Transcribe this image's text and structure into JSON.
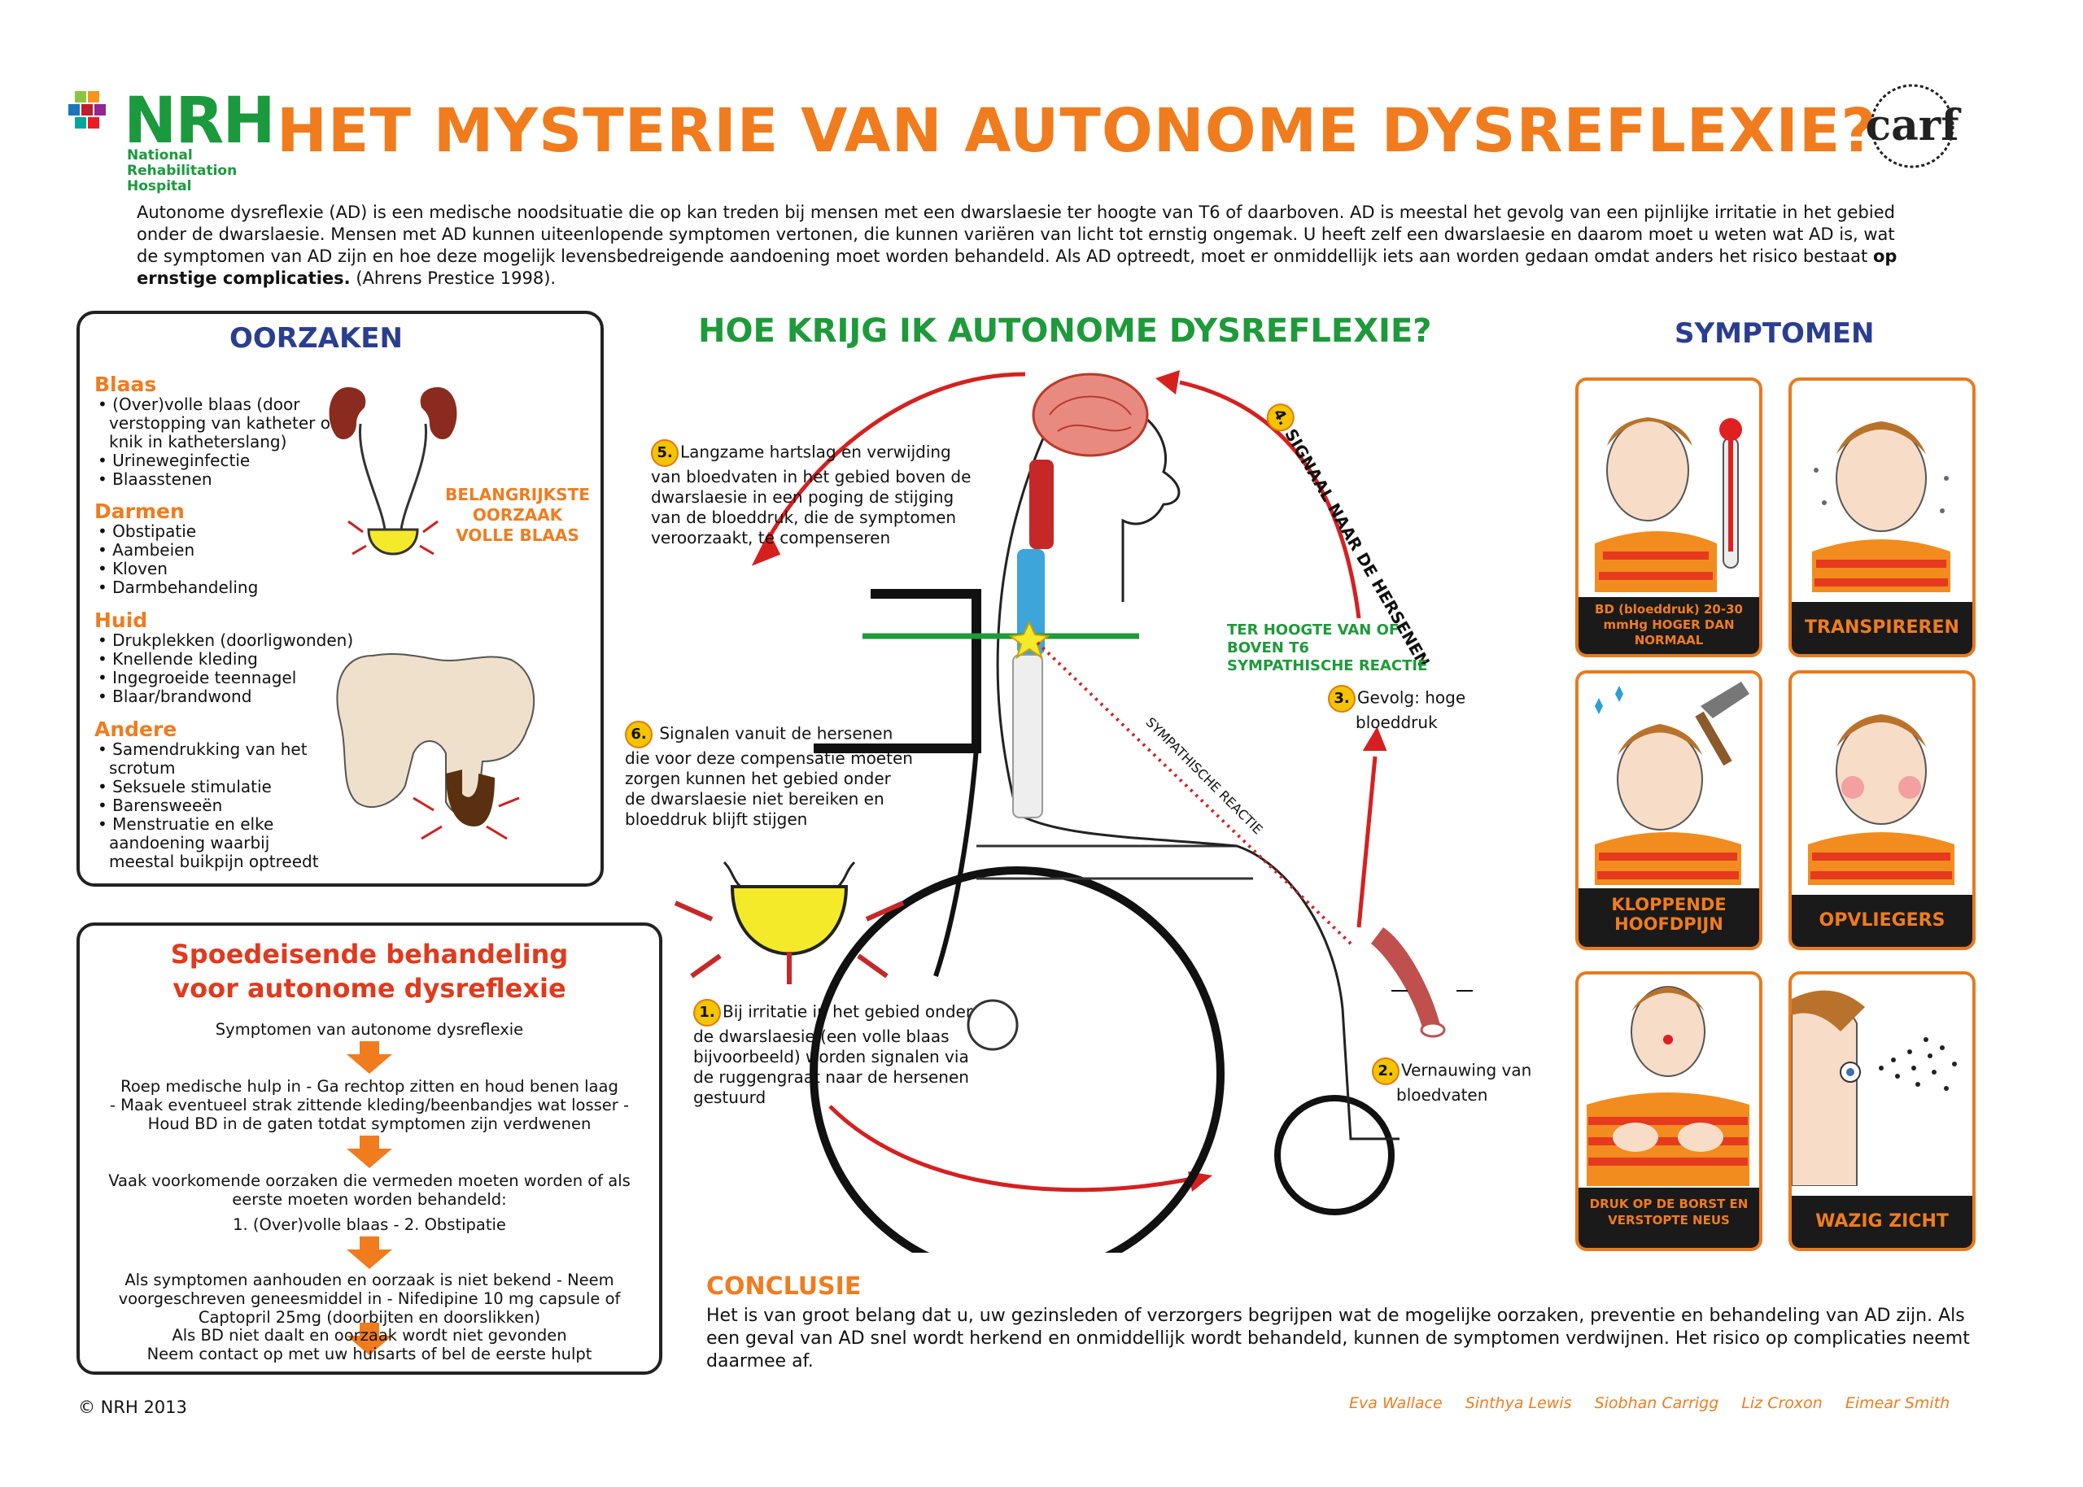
{
  "header": {
    "logo_main": "NRH",
    "logo_sub": [
      "National",
      "Rehabilitation",
      "Hospital"
    ],
    "title": "HET MYSTERIE VAN AUTONOME DYSREFLEXIE?",
    "partner_logo": "carf"
  },
  "intro": {
    "text": "Autonome dysreflexie (AD) is een medische noodsituatie die op kan treden bij mensen met een dwarslaesie ter hoogte van T6 of daarboven. AD is meestal het gevolg van een pijnlijke irritatie in het gebied onder de dwarslaesie. Mensen met AD kunnen uiteenlopende symptomen vertonen, die kunnen variëren van licht tot ernstig ongemak. U heeft zelf een dwarslaesie en daarom moet u weten wat AD is, wat de symptomen van AD zijn en hoe deze mogelijk levensbedreigende aandoening moet worden behandeld. Als AD optreedt, moet er onmiddellijk iets aan worden gedaan omdat anders het risico bestaat",
    "bold": "op ernstige complicaties.",
    "citation": "(Ahrens Prestice 1998)."
  },
  "oorzaken": {
    "title": "OORZAKEN",
    "categories": [
      {
        "name": "Blaas",
        "items": [
          "(Over)volle  blaas (door verstopping van katheter of knik in katheterslang)",
          "Urineweginfectie",
          "Blaasstenen"
        ]
      },
      {
        "name": "Darmen",
        "items": [
          "Obstipatie",
          "Aambeien",
          "Kloven",
          "Darmbehandeling"
        ]
      },
      {
        "name": "Huid",
        "items": [
          "Drukplekken (doorligwonden)",
          "Knellende kleding",
          "Ingegroeide teennagel",
          "Blaar/brandwond"
        ]
      },
      {
        "name": "Andere",
        "items": [
          "Samendrukking van het scrotum",
          "Seksuele stimulatie",
          "Barensweeën",
          "Menstruatie en elke aandoening waarbij meestal buikpijn optreedt"
        ]
      }
    ],
    "bladder_label": [
      "BELANGRIJKSTE",
      "OORZAAK",
      "VOLLE BLAAS"
    ]
  },
  "spoed": {
    "title_line1": "Spoedeisende behandeling",
    "title_line2": "voor autonome dysreflexie",
    "steps": [
      [
        "Symptomen van autonome dysreflexie"
      ],
      [
        "Roep medische hulp in  -  Ga rechtop zitten en houd benen laag",
        "-  Maak eventueel strak zittende kleding/beenbandjes wat losser  -",
        "Houd BD in de gaten totdat symptomen zijn verdwenen"
      ],
      [
        "Vaak voorkomende oorzaken die vermeden moeten worden of als",
        "eerste moeten worden behandeld:",
        "1. (Over)volle blaas  -  2. Obstipatie"
      ],
      [
        "Als symptomen aanhouden en oorzaak is niet bekend  -  Neem",
        "voorgeschreven geneesmiddel in  -  Nifedipine 10 mg capsule of",
        "Captopril 25mg (doorbijten en doorslikken)"
      ],
      [
        "Als BD niet daalt en oorzaak wordt niet gevonden",
        "Neem contact op met uw huisarts of bel de eerste hulpt"
      ]
    ]
  },
  "diagram": {
    "title": "HOE KRIJG IK AUTONOME DYSREFLEXIE?",
    "steps": [
      {
        "n": "1.",
        "text": [
          "Bij irritatie in het gebied onder",
          "de dwarslaesie (een volle blaas",
          "bijvoorbeeld) worden signalen via",
          "de ruggengraat naar de hersenen",
          "gestuurd"
        ]
      },
      {
        "n": "2.",
        "text": [
          "Vernauwing van",
          "bloedvaten"
        ]
      },
      {
        "n": "3.",
        "text": [
          "Gevolg: hoge",
          "bloeddruk"
        ]
      },
      {
        "n": "4.",
        "text": [
          "SIGNAAL NAAR DE HERSENEN"
        ]
      },
      {
        "n": "5.",
        "text": [
          "Langzame hartslag en verwijding",
          "van bloedvaten in het gebied boven de",
          "dwarslaesie in een poging de stijging",
          "van de bloeddruk, die de symptomen",
          "veroorzaakt, te compenseren"
        ]
      },
      {
        "n": "6.",
        "text": [
          "Signalen vanuit de hersenen",
          "die voor deze compensatie moeten",
          "zorgen kunnen het gebied onder",
          "de dwarslaesie niet bereiken en",
          "bloeddruk blijft stijgen"
        ]
      }
    ],
    "level_label": [
      "TER HOOGTE VAN OF",
      "BOVEN T6",
      "SYMPATHISCHE REACTIE"
    ],
    "sympathetic_label": "SYMPATHISCHE REACTIE"
  },
  "symptomen": {
    "title": "SYMPTOMEN",
    "cards": [
      {
        "label": [
          "BD (bloeddruk) 20-30",
          "mmHg HOGER DAN",
          "NORMAAL"
        ],
        "icon": "thermometer-face-icon"
      },
      {
        "label": [
          "TRANSPIREREN"
        ],
        "icon": "sweating-face-icon"
      },
      {
        "label": [
          "KLOPPENDE",
          "HOOFDPIJN"
        ],
        "icon": "headache-face-icon"
      },
      {
        "label": [
          "OPVLIEGERS"
        ],
        "icon": "flushed-face-icon"
      },
      {
        "label": [
          "DRUK OP DE BORST EN",
          "VERSTOPTE NEUS"
        ],
        "icon": "chest-pressure-icon"
      },
      {
        "label": [
          "WAZIG ZICHT"
        ],
        "icon": "blurred-vision-icon"
      }
    ]
  },
  "conclusie": {
    "title": "CONCLUSIE",
    "text": "Het is van groot belang dat u, uw gezinsleden of verzorgers begrijpen wat de mogelijke oorzaken, preventie en behandeling van AD zijn. Als een geval van AD snel wordt herkend en onmiddellijk wordt behandeld, kunnen de symptomen verdwijnen. Het risico op complicaties neemt daarmee af."
  },
  "footer": {
    "copyright": "© NRH 2013",
    "authors": [
      "Eva Wallace",
      "Sinthya Lewis",
      "Siobhan Carrigg",
      "Liz Croxon",
      "Eimear Smith"
    ]
  },
  "colors": {
    "orange": "#f07c1e",
    "green": "#1e9a3a",
    "blue": "#2a3e8f",
    "red": "#e03a1e"
  }
}
